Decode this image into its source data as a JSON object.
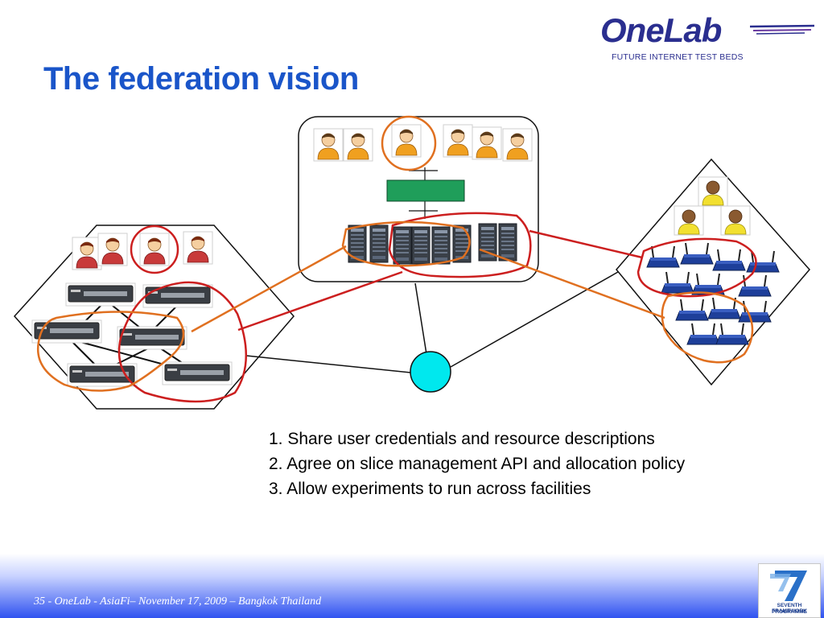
{
  "slide": {
    "title": "The federation vision",
    "logo": {
      "name": "OneLab",
      "tagline": "FUTURE INTERNET TEST BEDS"
    },
    "points": [
      "1. Share user credentials and resource descriptions",
      "2. Agree on slice management API and allocation policy",
      "3. Allow experiments to run across facilities"
    ],
    "footer": "35 - OneLab -  AsiaFi– November 17, 2009 – Bangkok Thailand",
    "fp7_badge": [
      "SEVENTH FRAMEWORK",
      "PROGRAMME"
    ],
    "fp7_numeral": "7"
  },
  "colors": {
    "title": "#1a55c9",
    "red_circle": "#cc1f1f",
    "orange_circle": "#e07020",
    "hub": "#00e8ee",
    "management_box": "#1f9e5a",
    "logo": "#2a2e8f",
    "footer_blue": "#2f52f0"
  },
  "icons": {
    "user": "user-person-icon",
    "server": "server-rack-icon",
    "switch": "network-switch-icon",
    "router": "wireless-router-icon"
  }
}
